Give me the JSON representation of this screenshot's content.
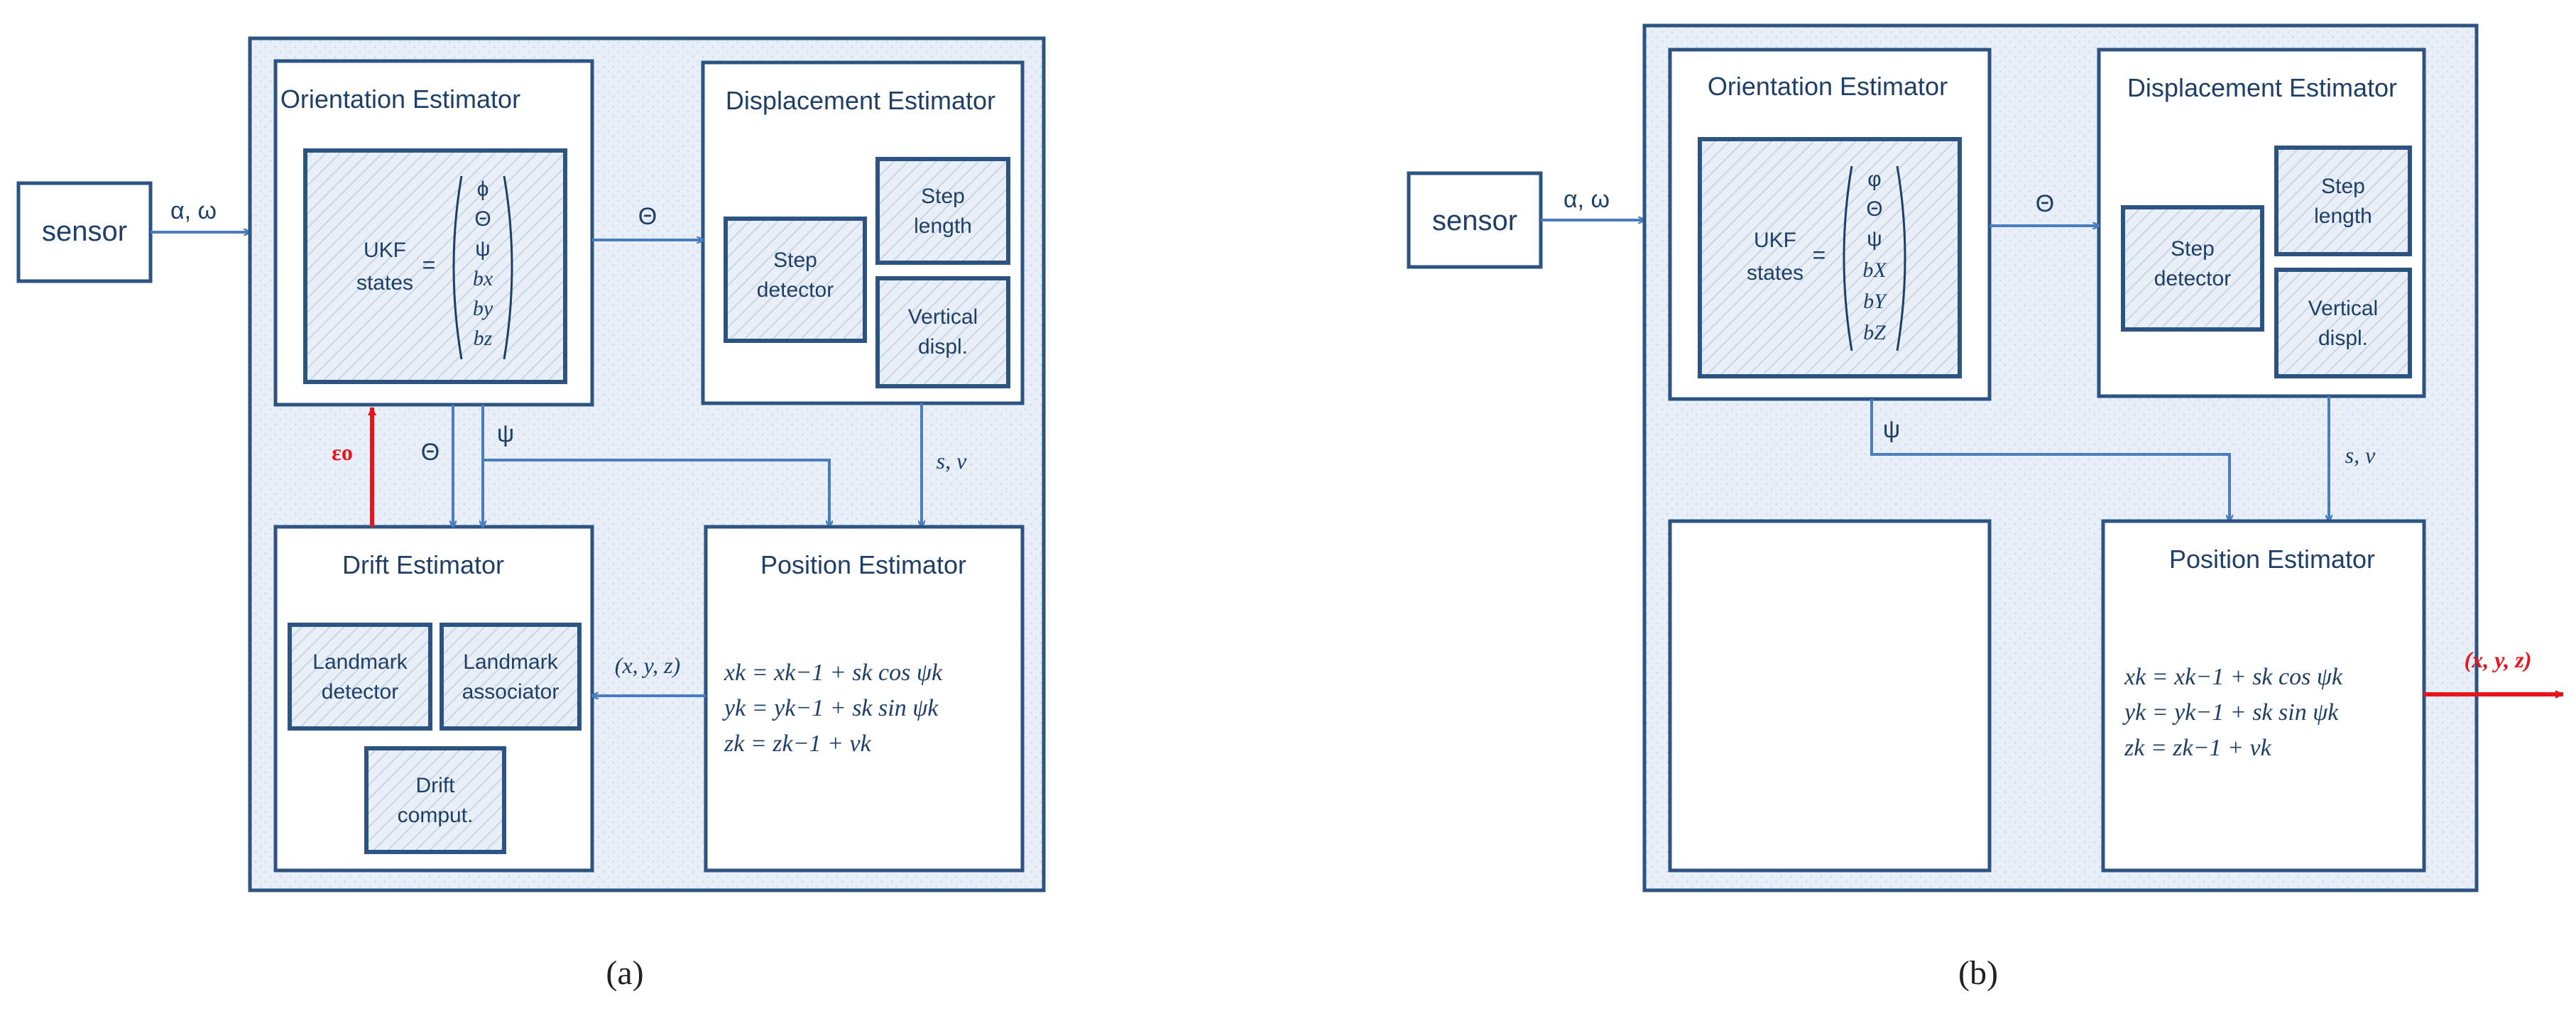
{
  "panel_a": {
    "caption": "(a)",
    "sensor": "sensor",
    "sensor_output": "α, ω",
    "orientation_title": "Orientation Estimator",
    "ukf_line1": "UKF",
    "ukf_line2": "states",
    "equals": "=",
    "states": [
      "ϕ",
      "Θ",
      "ψ",
      "bx",
      "by",
      "bz"
    ],
    "displacement_title": "Displacement Estimator",
    "step_detector": [
      "Step",
      "detector"
    ],
    "step_length": [
      "Step",
      "length"
    ],
    "vertical_displ": [
      "Vertical",
      "displ."
    ],
    "theta_label": "Θ",
    "theta_down_label": "Θ",
    "psi_label": "ψ",
    "sv_label": "s, v",
    "drift_label": "εo",
    "drift_title": "Drift Estimator",
    "landmark_detector": [
      "Landmark",
      "detector"
    ],
    "landmark_associator": [
      "Landmark",
      "associator"
    ],
    "drift_comput": [
      "Drift",
      "comput."
    ],
    "position_title": "Position Estimator",
    "xyz_label": "(x, y, z)",
    "equations": [
      "xk = xk−1 + sk cos ψk",
      "yk = yk−1 + sk sin ψk",
      "zk = zk−1 + vk"
    ]
  },
  "panel_b": {
    "caption": "(b)",
    "sensor": "sensor",
    "sensor_output": "α, ω",
    "orientation_title": "Orientation Estimator",
    "ukf_line1": "UKF",
    "ukf_line2": "states",
    "equals": "=",
    "states": [
      "φ",
      "Θ",
      "ψ",
      "bX",
      "bY",
      "bZ"
    ],
    "displacement_title": "Displacement Estimator",
    "step_detector": [
      "Step",
      "detector"
    ],
    "step_length": [
      "Step",
      "length"
    ],
    "vertical_displ": [
      "Vertical",
      "displ."
    ],
    "theta_label": "Θ",
    "psi_label": "ψ",
    "sv_label": "s, v",
    "position_title": "Position Estimator",
    "xyz_label": "(x, y, z)",
    "equations": [
      "xk = xk−1 + sk cos ψk",
      "yk = yk−1 + sk sin ψk",
      "zk = zk−1 + vk"
    ]
  },
  "colors": {
    "border": "#2d5382",
    "text": "#1f3f66",
    "arrow": "#4a7cc0",
    "accent_red": "#e8141c",
    "panel_fill": "#e6eef7",
    "hatch_fill": "#dde7f2"
  }
}
